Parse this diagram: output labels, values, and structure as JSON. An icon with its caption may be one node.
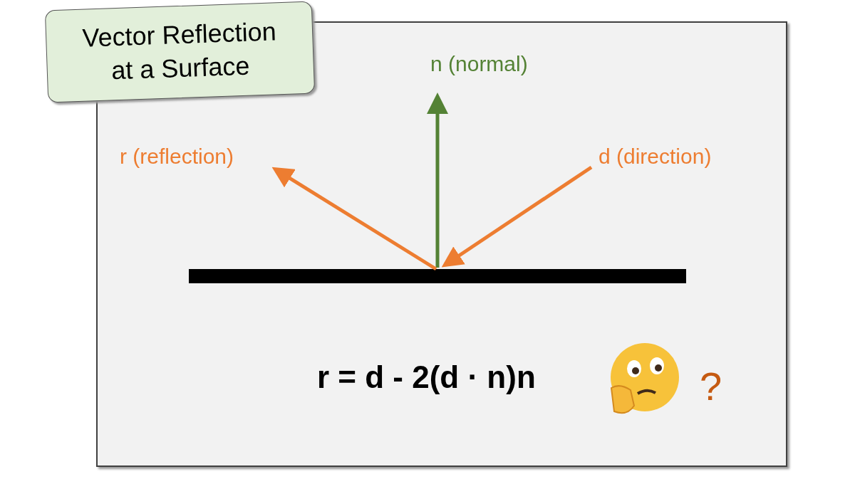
{
  "diagram": {
    "title": "Vector Reflection at a Surface",
    "labels": [
      "n (normal)",
      "r (reflection)",
      "d (direction)",
      "r = d - 2(d · n)n",
      "?"
    ]
  }
}
